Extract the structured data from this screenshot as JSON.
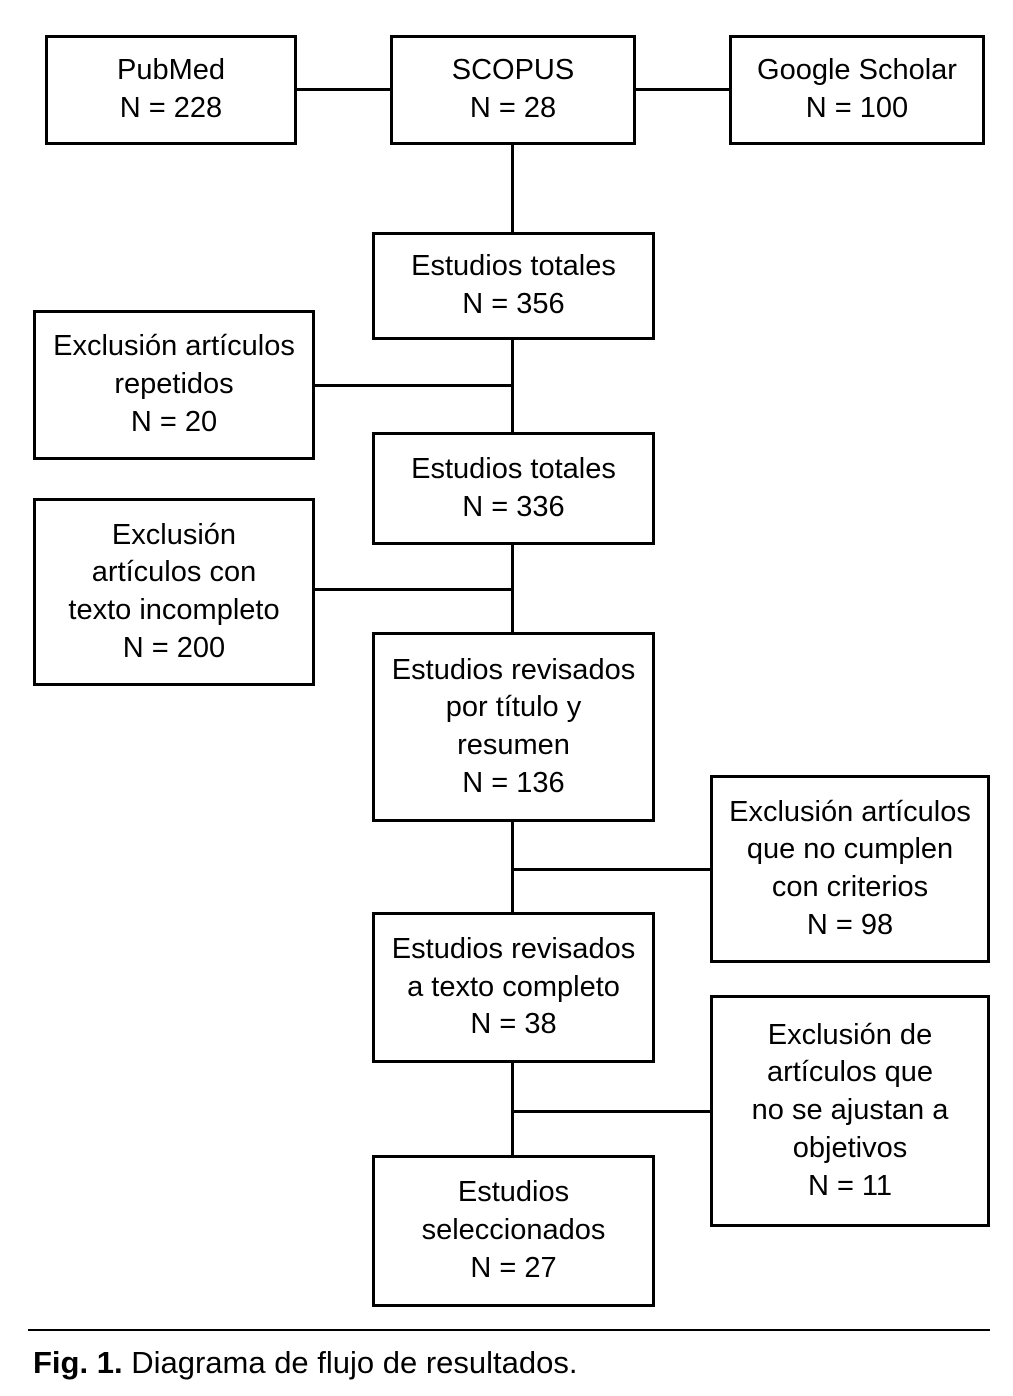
{
  "figure": {
    "boxes": {
      "pubmed": "PubMed\nN = 228",
      "scopus": "SCOPUS\nN = 28",
      "google_scholar": "Google Scholar\nN = 100",
      "estudios_totales_1": "Estudios totales\nN = 356",
      "exclusion_repetidos": "Exclusión artículos\nrepetidos\nN = 20",
      "estudios_totales_2": "Estudios totales\nN = 336",
      "exclusion_incompleto": "Exclusión\nartículos con\ntexto incompleto\nN = 200",
      "revisados_titulo": "Estudios revisados\npor título y\nresumen\nN = 136",
      "exclusion_criterios": "Exclusión artículos\nque no cumplen\ncon criterios\nN = 98",
      "revisados_texto": "Estudios revisados\na texto completo\nN = 38",
      "exclusion_objetivos": "Exclusión de\nartículos que\nno se ajustan a\nobjetivos\nN = 11",
      "seleccionados": "Estudios\nseleccionados\nN = 27"
    },
    "caption": {
      "prefix": "Fig. 1.",
      "text": " Diagrama de flujo de resultados."
    },
    "colors": {
      "line": "#000000",
      "background": "#ffffff"
    }
  }
}
